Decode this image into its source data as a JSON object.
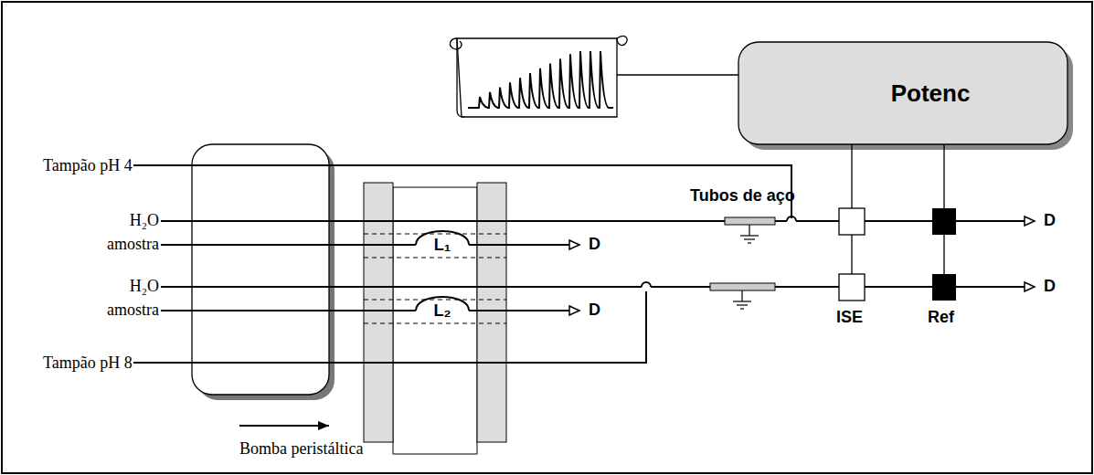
{
  "diagram": {
    "nodes": [
      {
        "text": [
          "Potenc"
        ]
      }
    ],
    "labels": [
      "Tampão pH 4",
      "H₂O",
      "amostra",
      "H₂O",
      "amostra",
      "Tampão pH 8",
      "L₁",
      "L₂",
      "D",
      "D",
      "Tubos de aço",
      "D",
      "D",
      "ISE",
      "Ref",
      "Bomba peristáltica"
    ]
  }
}
